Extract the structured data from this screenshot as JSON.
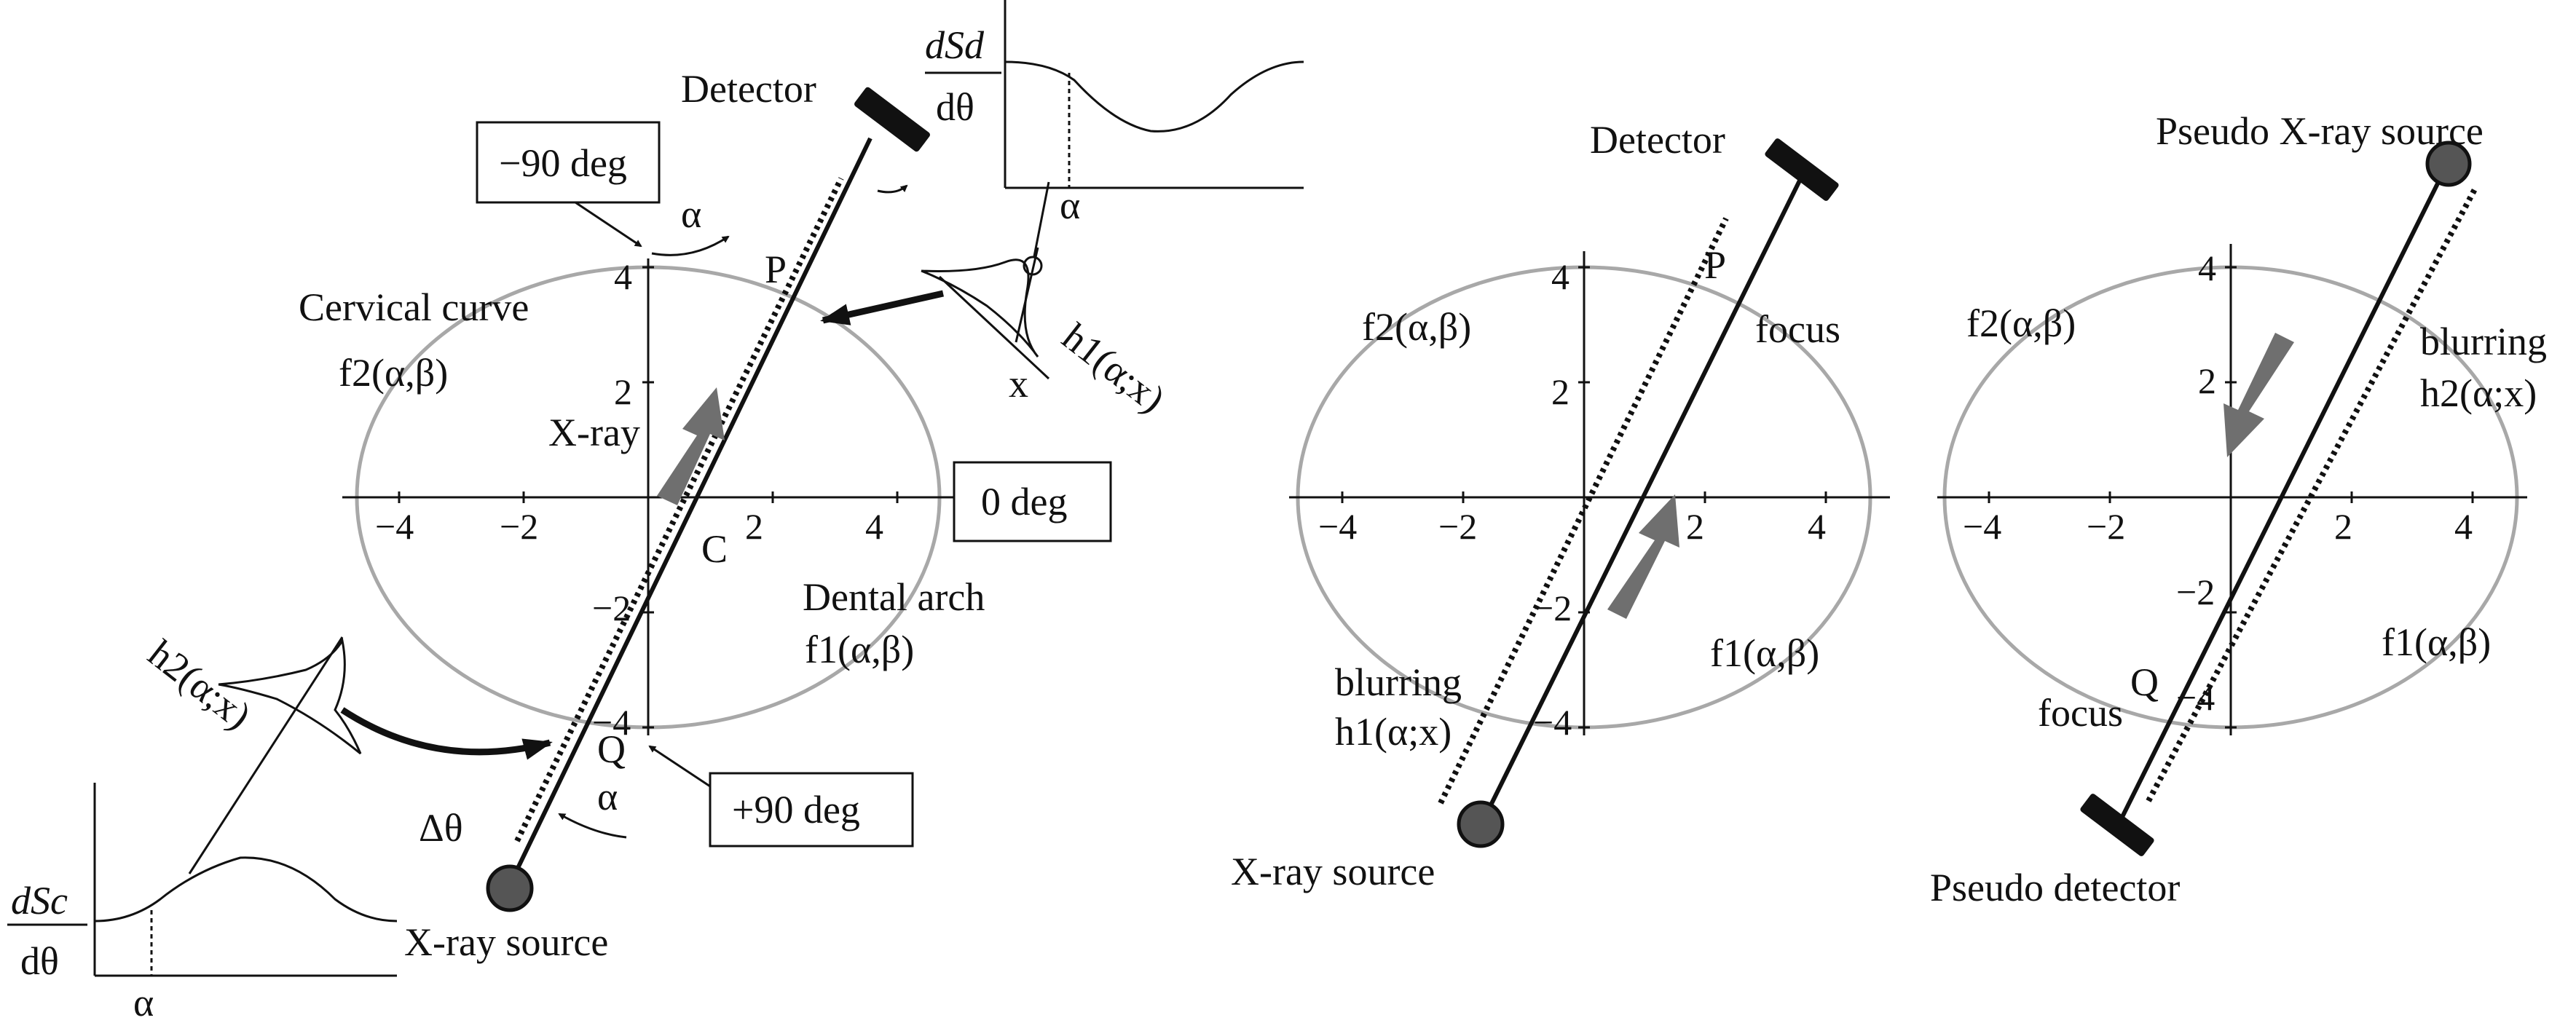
{
  "colors": {
    "ink": "#111111",
    "ellipse": "#a8a8a8",
    "beam_arrow": "#6f6f6f",
    "source": "#555555"
  },
  "ticks": {
    "x": [
      "−4",
      "−2",
      "2",
      "4"
    ],
    "y": [
      "4",
      "2",
      "−2",
      "−4"
    ]
  },
  "panel1": {
    "detector": "Detector",
    "box_minus90": "−90 deg",
    "box_0": "0 deg",
    "box_plus90": "+90 deg",
    "alpha": "α",
    "P": "P",
    "C": "C",
    "Q": "Q",
    "cervical_curve": "Cervical curve",
    "f2": "f2(α,β)",
    "xray": "X-ray",
    "dental_arch": "Dental arch",
    "f1": "f1(α,β)",
    "h1": "h1(α;x)",
    "x": "x",
    "h2": "h2(α;x)",
    "dtheta": "Δθ",
    "source": "X-ray source",
    "dSd": "dSd",
    "dSc": "dSc",
    "dtheta_den": "dθ"
  },
  "panel2": {
    "detector": "Detector",
    "P": "P",
    "focus": "focus",
    "f2": "f2(α,β)",
    "f1": "f1(α,β)",
    "blurring": "blurring",
    "h1": "h1(α;x)",
    "source": "X-ray source"
  },
  "panel3": {
    "pseudo_source": "Pseudo X-ray source",
    "f2": "f2(α,β)",
    "blurring": "blurring",
    "h2": "h2(α;x)",
    "f1": "f1(α,β)",
    "Q": "Q",
    "focus": "focus",
    "pseudo_detector": "Pseudo detector"
  }
}
